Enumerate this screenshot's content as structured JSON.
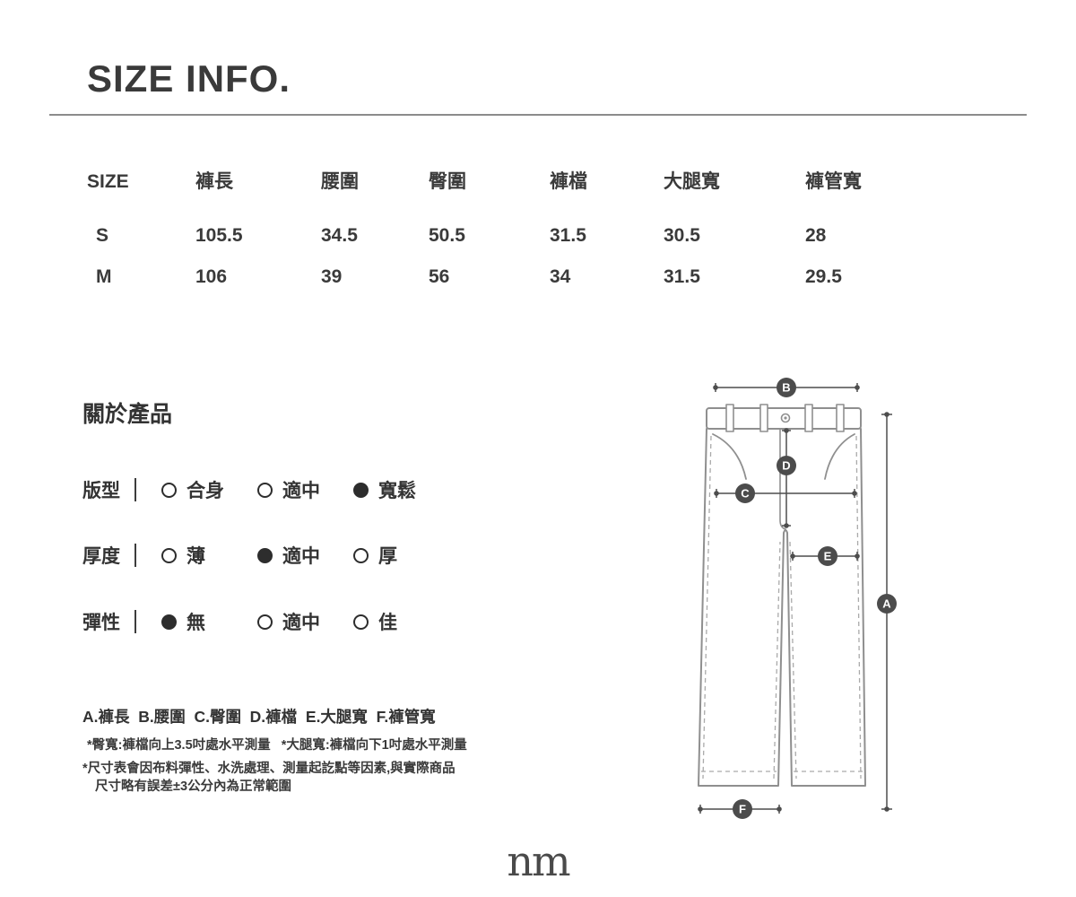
{
  "page": {
    "title": "SIZE INFO.",
    "brand_logo": "nm"
  },
  "size_table": {
    "headers": [
      "SIZE",
      "褲長",
      "腰圍",
      "臀圍",
      "褲檔",
      "大腿寬",
      "褲管寬"
    ],
    "rows": [
      [
        "S",
        "105.5",
        "34.5",
        "50.5",
        "31.5",
        "30.5",
        "28"
      ],
      [
        "M",
        "106",
        "39",
        "56",
        "34",
        "31.5",
        "29.5"
      ]
    ]
  },
  "about": {
    "title": "關於產品",
    "attributes": [
      {
        "label": "版型",
        "options": [
          {
            "text": "合身",
            "selected": false
          },
          {
            "text": "適中",
            "selected": false
          },
          {
            "text": "寬鬆",
            "selected": true
          }
        ]
      },
      {
        "label": "厚度",
        "options": [
          {
            "text": "薄",
            "selected": false
          },
          {
            "text": "適中",
            "selected": true
          },
          {
            "text": "厚",
            "selected": false
          }
        ]
      },
      {
        "label": "彈性",
        "options": [
          {
            "text": "無",
            "selected": true
          },
          {
            "text": "適中",
            "selected": false
          },
          {
            "text": "佳",
            "selected": false
          }
        ]
      }
    ]
  },
  "legend": "A.褲長  B.腰圍  C.臀圍  D.褲檔  E.大腿寬  F.褲管寬",
  "notes": [
    "*臀寬:褲檔向上3.5吋處水平測量   *大腿寬:褲檔向下1吋處水平測量",
    "*尺寸表會因布料彈性、水洗處理、測量起訖點等因素,與實際商品",
    "尺寸略有誤差±3公分內為正常範圍"
  ],
  "diagram": {
    "labels": [
      "A",
      "B",
      "C",
      "D",
      "E",
      "F"
    ]
  }
}
